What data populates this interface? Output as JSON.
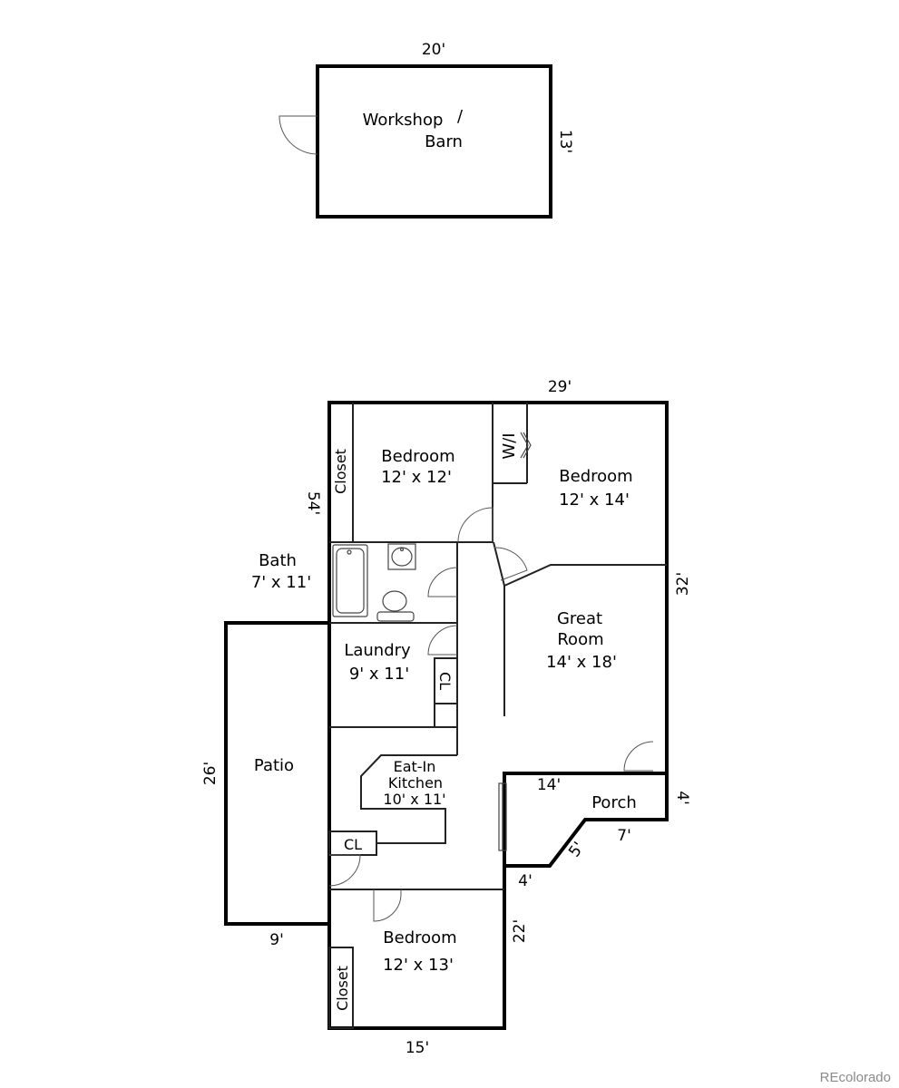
{
  "workshop": {
    "label_line1": "Workshop",
    "slash": "/",
    "label_line2": "Barn",
    "dim_top": "20'",
    "dim_right": "13'"
  },
  "house": {
    "dim_top": "29'",
    "dim_left_upper": "54'",
    "dim_right": "32'",
    "dim_patio_left": "26'",
    "dim_patio_bottom": "9'",
    "dim_bottom": "15'",
    "dim_bedroom3_right": "22'",
    "dim_porch_top": "14'",
    "dim_porch_right": "4'",
    "dim_porch_bottom": "7'",
    "dim_porch_diag": "5'",
    "dim_porch_left": "4'"
  },
  "rooms": {
    "bedroom1": {
      "name": "Bedroom",
      "size": "12' x 12'"
    },
    "bedroom2": {
      "name": "Bedroom",
      "size": "12' x 14'"
    },
    "bedroom3": {
      "name": "Bedroom",
      "size": "12' x 13'"
    },
    "bath": {
      "name": "Bath",
      "size": "7' x 11'"
    },
    "laundry": {
      "name": "Laundry",
      "size": "9' x 11'"
    },
    "great_room": {
      "line1": "Great",
      "line2": "Room",
      "size": "14' x 18'"
    },
    "kitchen": {
      "line1": "Eat-In",
      "line2": "Kitchen",
      "size": "10' x 11'"
    },
    "patio": {
      "name": "Patio"
    },
    "porch": {
      "name": "Porch"
    },
    "closet_top": "Closet",
    "closet_bottom": "Closet",
    "walkin": "W/I",
    "cl_laundry": "CL",
    "cl_kitchen": "CL"
  },
  "watermark": "REcolorado"
}
